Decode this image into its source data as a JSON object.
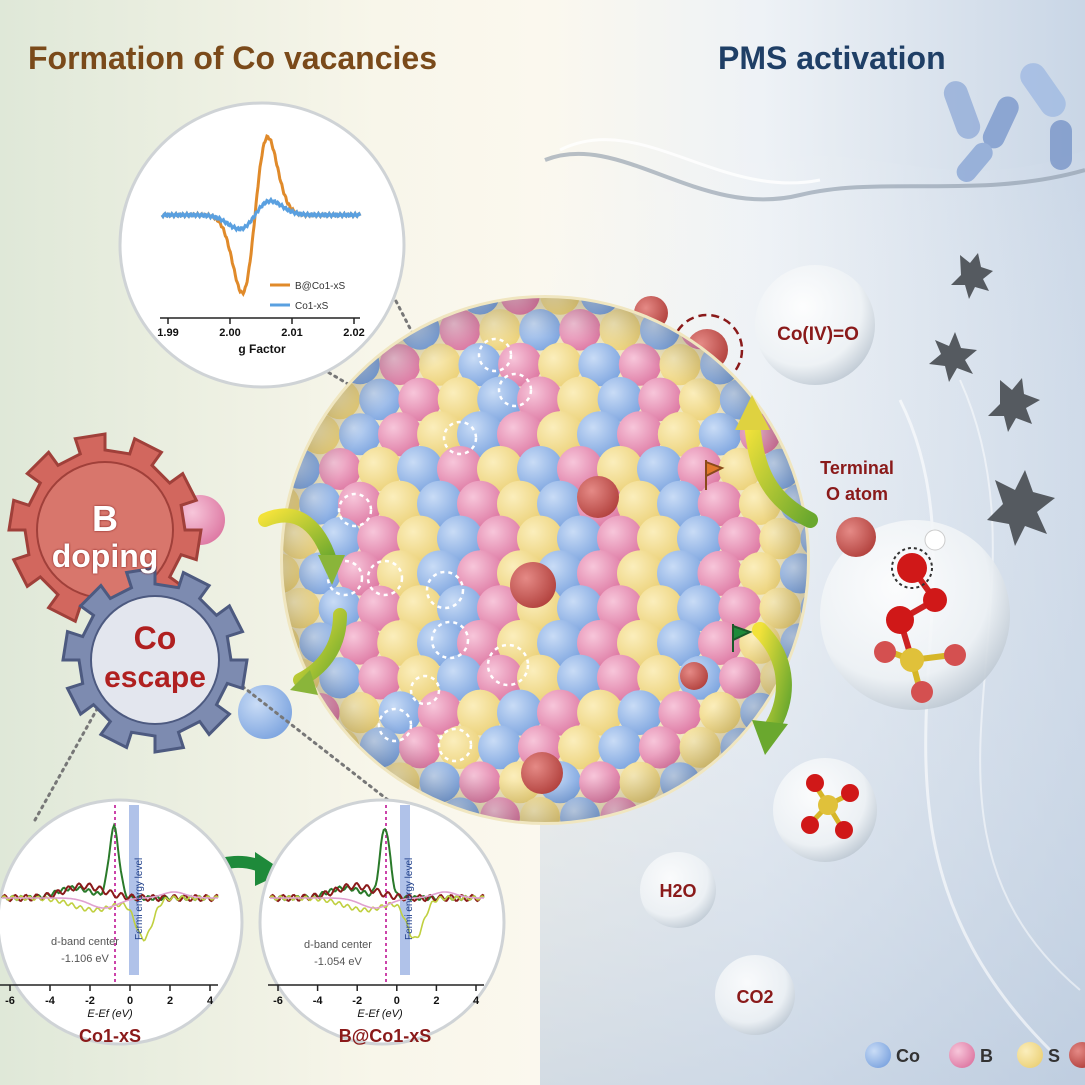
{
  "titles": {
    "left": "Formation of Co vacancies",
    "right": "PMS activation"
  },
  "gears": {
    "b_doping": {
      "line1": "B",
      "line2": "doping"
    },
    "co_escape": {
      "line1": "Co",
      "line2": "escape"
    }
  },
  "epr_chart": {
    "xlabel": "g Factor",
    "ticks": [
      "1.99",
      "2.00",
      "2.01",
      "2.02"
    ],
    "legend": [
      "B@Co1-xS",
      "Co1-xS"
    ],
    "colors": [
      "#e08a2a",
      "#5aa0e0"
    ]
  },
  "dos_left": {
    "caption": "Co1-xS",
    "center_label": "d-band center",
    "center_value": "-1.106 eV",
    "fermi_label": "Fermi energy level",
    "xlabel": "E-Ef (eV)",
    "ticks": [
      "-6",
      "-4",
      "-2",
      "0",
      "2",
      "4"
    ]
  },
  "dos_right": {
    "caption": "B@Co1-xS",
    "center_label": "d-band center",
    "center_value": "-1.054 eV",
    "fermi_label": "Fermi energy level",
    "xlabel": "E-Ef (eV)",
    "ticks": [
      "-6",
      "-4",
      "-2",
      "0",
      "2",
      "4"
    ]
  },
  "species": {
    "co_iv_o": "Co(IV)=O",
    "terminal_1": "Terminal",
    "terminal_2": "O atom",
    "h2o": "H2O",
    "co2": "CO2"
  },
  "legend": [
    "Co",
    "B",
    "S"
  ],
  "colors": {
    "co": "#8fb4e8",
    "b": "#e88fb4",
    "s": "#f2dc8a",
    "o": "#c0504d",
    "gear_red": "#d2675e",
    "gear_blue": "#7d8bb0",
    "arrow_green": "#5a9e2a",
    "arrow_yellow": "#e6d23c"
  }
}
